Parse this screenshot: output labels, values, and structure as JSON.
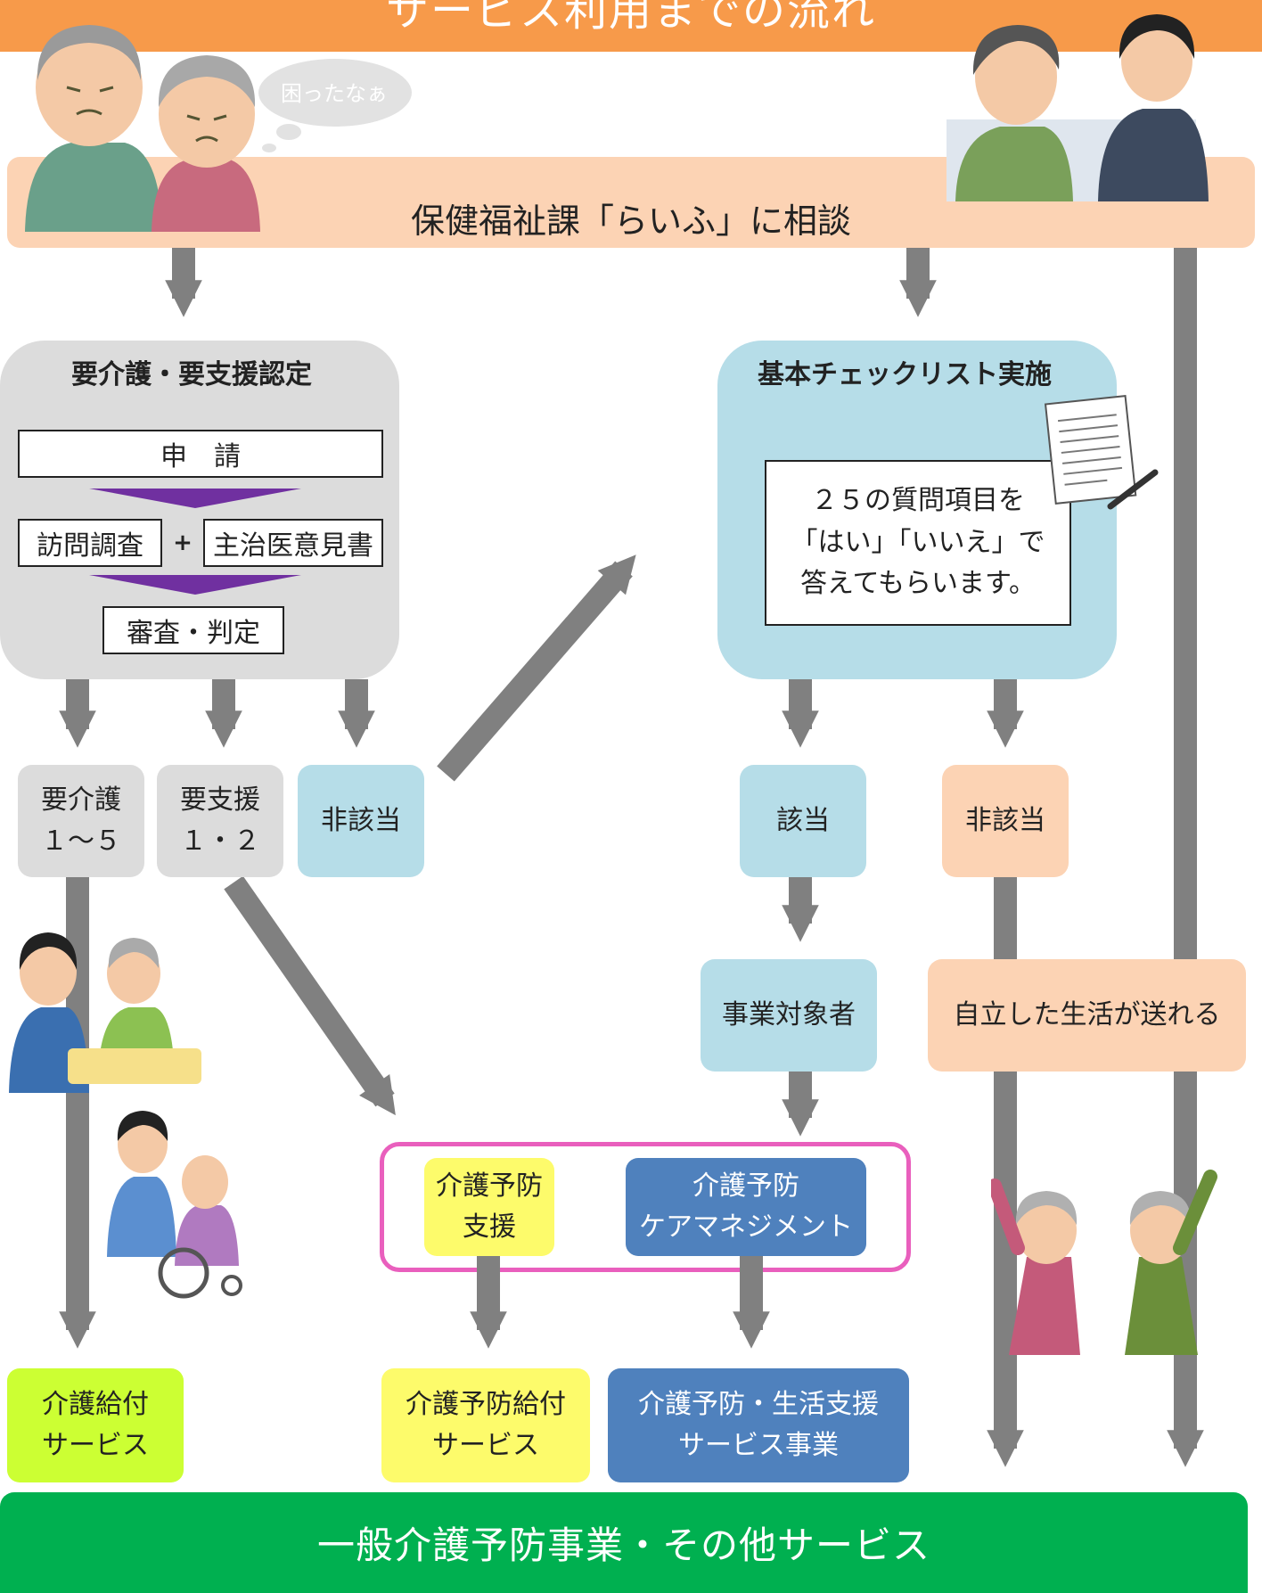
{
  "header": {
    "title": "サービス利用までの流れ"
  },
  "speech_bubble": "困ったなぁ",
  "consult_bar": "保健福祉課「らいふ」に相談",
  "certification": {
    "title": "要介護・要支援認定",
    "step_application": "申　請",
    "step_visit": "訪問調査",
    "plus": "+",
    "step_doctor": "主治医意見書",
    "step_review": "審査・判定"
  },
  "checklist": {
    "title": "基本チェックリスト実施",
    "line1": "２５の質問項目を",
    "line2": "「はい」「いいえ」で",
    "line3": "答えてもらいます。"
  },
  "results": {
    "care_line1": "要介護",
    "care_line2": "１～５",
    "support_line1": "要支援",
    "support_line2": "１・２",
    "not_applicable_left": "非該当",
    "applicable": "該当",
    "not_applicable_right": "非該当"
  },
  "business_target": "事業対象者",
  "independent_life": "自立した生活が送れる",
  "prevention": {
    "support_line1": "介護予防",
    "support_line2": "支援",
    "caremgmt_line1": "介護予防",
    "caremgmt_line2": "ケアマネジメント"
  },
  "services": {
    "care_benefit_line1": "介護給付",
    "care_benefit_line2": "サービス",
    "prevention_benefit_line1": "介護予防給付",
    "prevention_benefit_line2": "サービス",
    "life_support_line1": "介護予防・生活支援",
    "life_support_line2": "サービス事業"
  },
  "footer": "一般介護予防事業・その他サービス",
  "colors": {
    "orange": "#f79a4a",
    "peach": "#fcd3b4",
    "gray_box": "#dcdcdc",
    "light_blue": "#b6dde8",
    "yellow": "#fdfb6b",
    "blue": "#4f81bd",
    "lime": "#ccff33",
    "green": "#00b050",
    "magenta": "#e95fbd",
    "purple": "#7030a0",
    "arrow": "#808080"
  }
}
